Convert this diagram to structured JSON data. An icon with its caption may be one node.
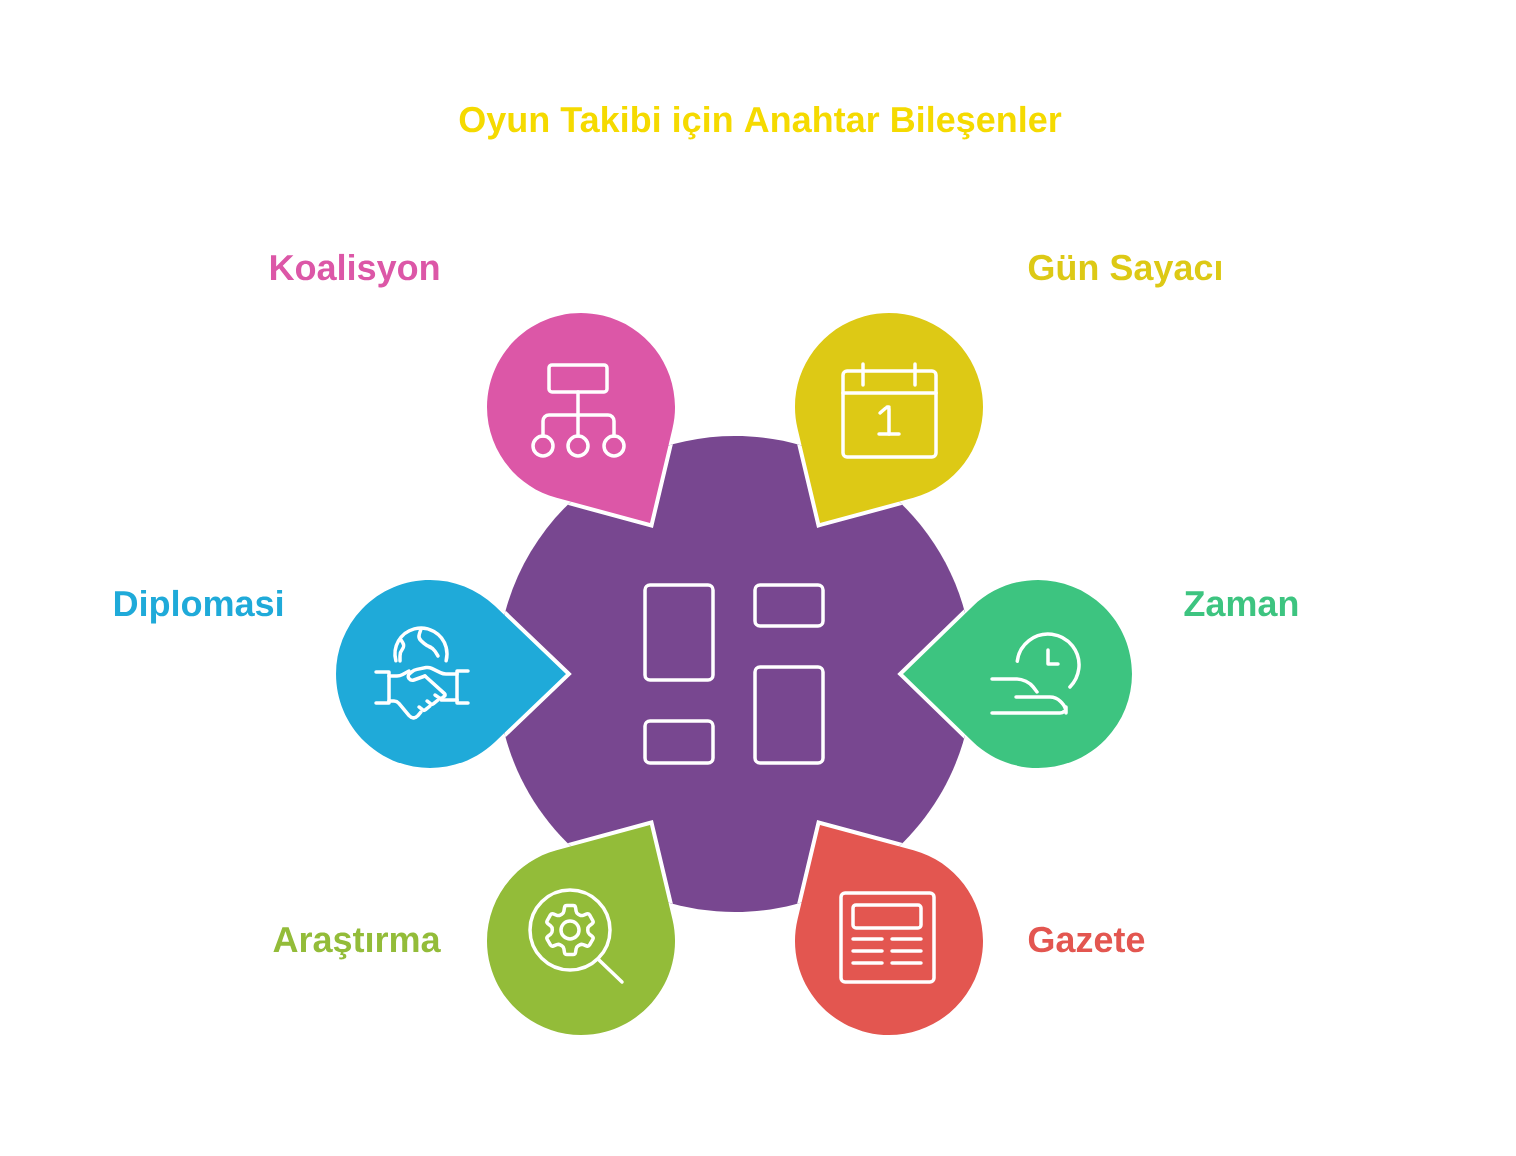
{
  "diagram": {
    "title": "Oyun Takibi için Anahtar Bileşenler",
    "nodes": [
      {
        "text": [
          "Koalisyon"
        ]
      },
      {
        "text": [
          "Gün Sayacı"
        ]
      },
      {
        "text": [
          "Diplomasi"
        ]
      },
      {
        "text": [],
        "shape": "circle"
      },
      {
        "text": [
          "Zaman"
        ]
      },
      {
        "text": [
          "Araştırma"
        ]
      },
      {
        "text": [
          "Gazete"
        ]
      }
    ]
  }
}
